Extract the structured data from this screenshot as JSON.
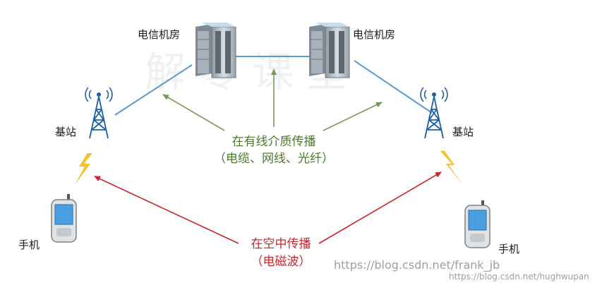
{
  "labels": {
    "room_left": "电信机房",
    "room_right": "电信机房",
    "station_left": "基站",
    "station_right": "基站",
    "phone_left": "手机",
    "phone_right": "手机"
  },
  "wired": {
    "line1": "在有线介质传播",
    "line2": "（电缆、网线、光纤）"
  },
  "wireless": {
    "line1": "在空中传播",
    "line2": "（电磁波）"
  },
  "watermarks": {
    "upper": "https://blog.csdn.net/frank_jb",
    "lower": "https://blog.csdn.net/hughwupan"
  },
  "colors": {
    "wired_arrow": "#7a9a5a",
    "wireless_arrow": "#c8262c",
    "link_line": "#5a9ad0"
  },
  "icons": [
    "server-icon",
    "antenna-tower-icon",
    "lightning-icon",
    "mobile-phone-icon"
  ]
}
